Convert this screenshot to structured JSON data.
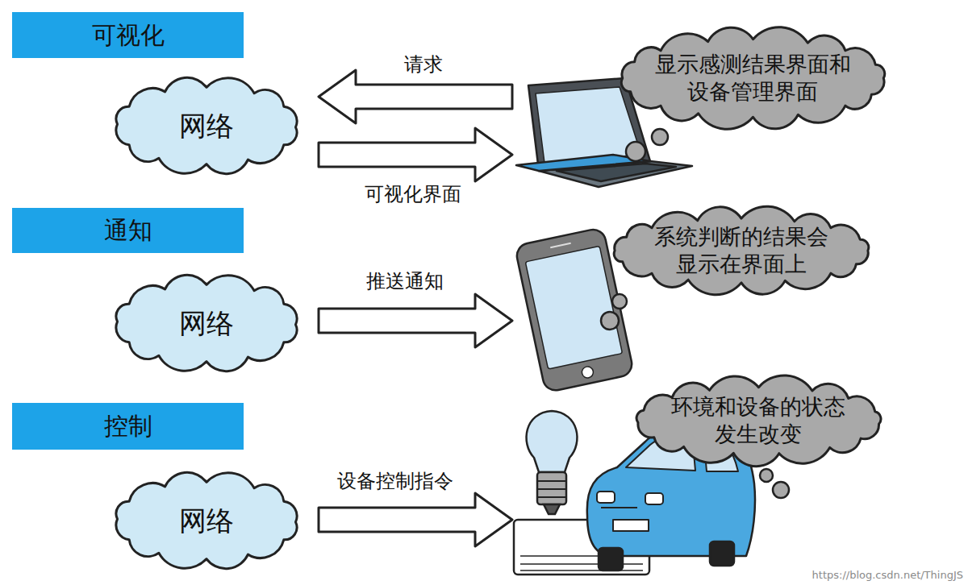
{
  "diagram": {
    "nodes": [
      {
        "text": [
          "可视化"
        ]
      },
      {
        "text": [
          "网络"
        ]
      },
      {
        "text": [
          "显示感测结果界面和 设备管理界面"
        ]
      },
      {
        "text": [
          "通知"
        ]
      },
      {
        "text": [
          "网络"
        ]
      },
      {
        "text": [
          "系统判断的结果会 显示在界面上"
        ]
      },
      {
        "text": [
          "控制"
        ]
      },
      {
        "text": [
          "网络"
        ]
      },
      {
        "text": [
          "环境和设备的状态 发生改变"
        ]
      }
    ],
    "labels": [
      "请求",
      "可视化界面",
      "推送通知",
      "设备控制指令",
      "https://blog.csdn.net/ThingJS"
    ]
  }
}
